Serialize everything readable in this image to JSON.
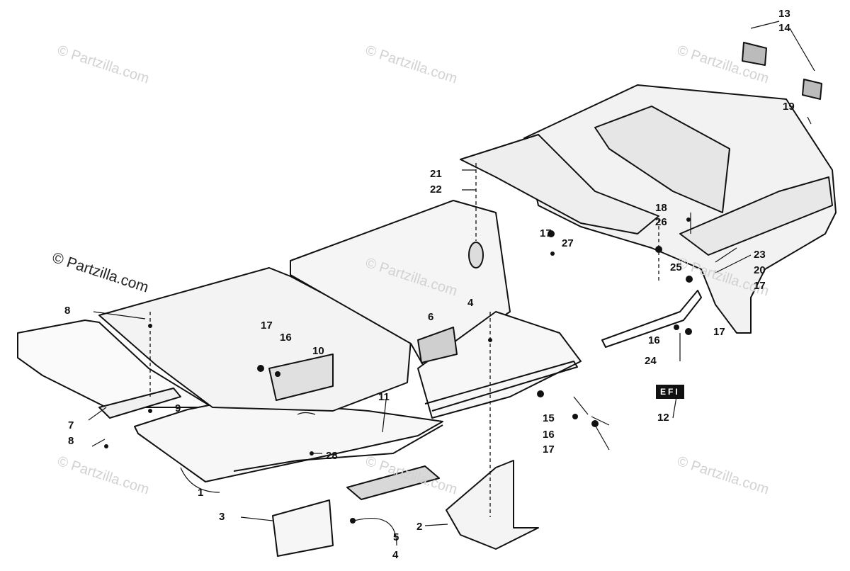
{
  "watermark": "© Partzilla.com",
  "badge_text": "EFI",
  "callouts": [
    "1",
    "2",
    "3",
    "4",
    "4",
    "5",
    "6",
    "7",
    "8",
    "8",
    "9",
    "10",
    "11",
    "12",
    "13",
    "14",
    "15",
    "16",
    "16",
    "16",
    "17",
    "17",
    "17",
    "17",
    "17",
    "18",
    "19",
    "20",
    "21",
    "22",
    "23",
    "24",
    "25",
    "26",
    "27",
    "28"
  ]
}
